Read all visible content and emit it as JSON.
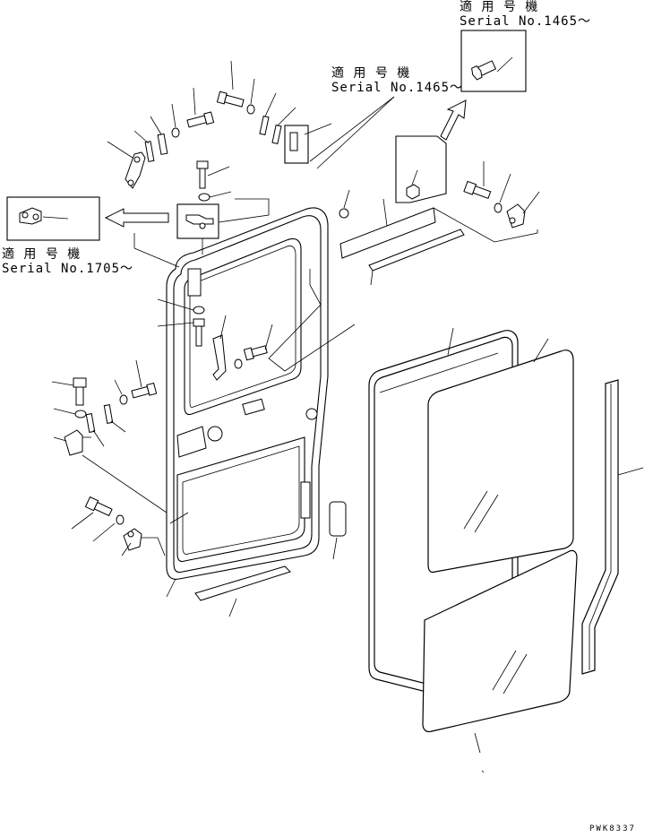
{
  "callouts": [
    {
      "id": "top-right",
      "line1": "適 用 号 機",
      "line2": "Serial No.1465～"
    },
    {
      "id": "top-middle",
      "line1": "適 用 号 機",
      "line2": "Serial No.1465～"
    },
    {
      "id": "left",
      "line1": "適 用 号 機",
      "line2": "Serial No.1705～"
    }
  ],
  "drawing_code": "PWK8337"
}
